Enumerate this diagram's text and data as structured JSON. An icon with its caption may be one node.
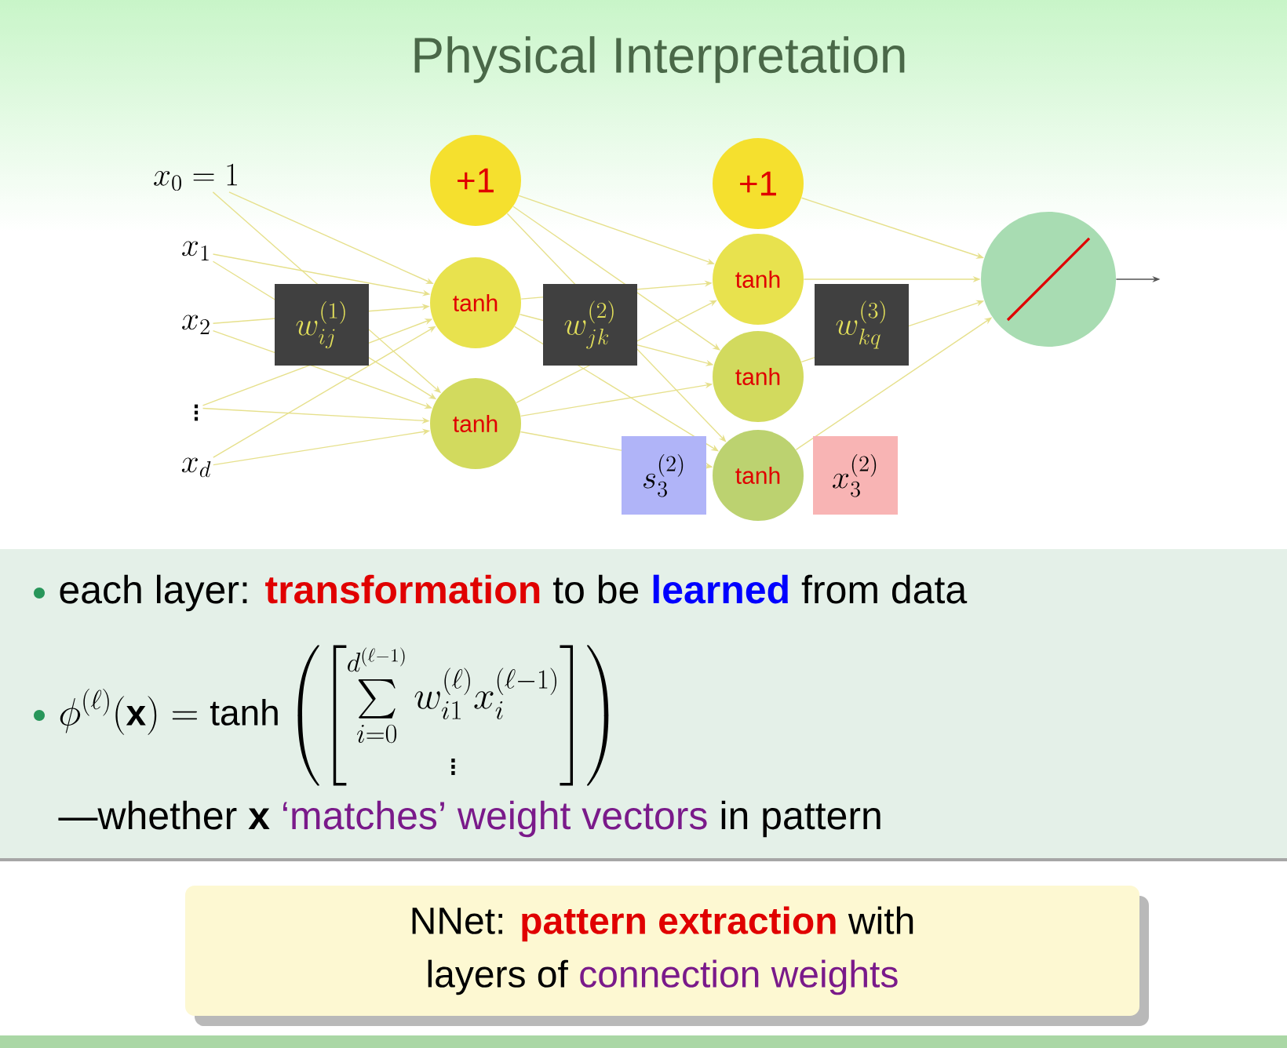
{
  "diagram": {
    "title": "Physical Interpretation",
    "nodes": [
      {
        "text": [
          "x_0 = 1"
        ]
      },
      {
        "text": [
          "x_1"
        ]
      },
      {
        "text": [
          "x_2"
        ]
      },
      {
        "text": [
          "\\vdots"
        ]
      },
      {
        "text": [
          "x_d"
        ]
      },
      {
        "text": [
          "+1"
        ]
      },
      {
        "text": [
          "tanh"
        ]
      },
      {
        "text": [
          "tanh"
        ]
      },
      {
        "text": [
          "+1"
        ]
      },
      {
        "text": [
          "tanh"
        ]
      },
      {
        "text": [
          "tanh"
        ]
      },
      {
        "text": [
          "tanh"
        ]
      },
      {
        "text": [],
        "shape": "circle"
      },
      {
        "text": [
          "NNet:",
          "pattern extraction",
          "with",
          "layers of",
          "connection weights"
        ]
      }
    ],
    "edges": [
      {
        "from": 0,
        "to": 6,
        "arrow": "to"
      },
      {
        "from": 0,
        "to": 7,
        "arrow": "to"
      },
      {
        "from": 1,
        "to": 6,
        "arrow": "to"
      },
      {
        "from": 1,
        "to": 7,
        "arrow": "to"
      },
      {
        "from": 2,
        "to": 6,
        "arrow": "to"
      },
      {
        "from": 2,
        "to": 7,
        "arrow": "to"
      },
      {
        "from": 3,
        "to": 6,
        "arrow": "to"
      },
      {
        "from": 3,
        "to": 7,
        "arrow": "to"
      },
      {
        "from": 4,
        "to": 6,
        "arrow": "to"
      },
      {
        "from": 4,
        "to": 7,
        "arrow": "to"
      },
      {
        "from": 5,
        "to": 9,
        "arrow": "to"
      },
      {
        "from": 5,
        "to": 10,
        "arrow": "to"
      },
      {
        "from": 5,
        "to": 11,
        "arrow": "to"
      },
      {
        "from": 6,
        "to": 9,
        "arrow": "to"
      },
      {
        "from": 6,
        "to": 10,
        "arrow": "to"
      },
      {
        "from": 6,
        "to": 11,
        "arrow": "to"
      },
      {
        "from": 7,
        "to": 9,
        "arrow": "to"
      },
      {
        "from": 7,
        "to": 10,
        "arrow": "to"
      },
      {
        "from": 7,
        "to": 11,
        "arrow": "to"
      },
      {
        "from": 8,
        "to": 12,
        "arrow": "to"
      },
      {
        "from": 9,
        "to": 12,
        "arrow": "to"
      },
      {
        "from": 10,
        "to": 12,
        "arrow": "to"
      },
      {
        "from": 11,
        "to": 12,
        "arrow": "to"
      },
      {
        "from": 12,
        "to": null,
        "arrow": "to",
        "color": "#555555"
      }
    ],
    "labels": [
      "w_{ij}^{(1)}",
      "w_{jk}^{(2)}",
      "w_{kq}^{(3)}",
      "s_3^{(2)}",
      "x_3^{(2)}",
      "each layer:",
      "transformation",
      "to be",
      "learned",
      "from data",
      "\\phi^{(\\ell)}(\\mathbf{x}) = \\tanh\\left(\\begin{bmatrix} \\sum\\limits_{i=0}^{d^{(\\ell-1)}} w_{i1}^{(\\ell)} x_i^{(\\ell-1)} \\\\ \\vdots \\end{bmatrix}\\right)",
      "—whether",
      "x",
      "‘matches’ weight vectors",
      "in pattern"
    ]
  }
}
